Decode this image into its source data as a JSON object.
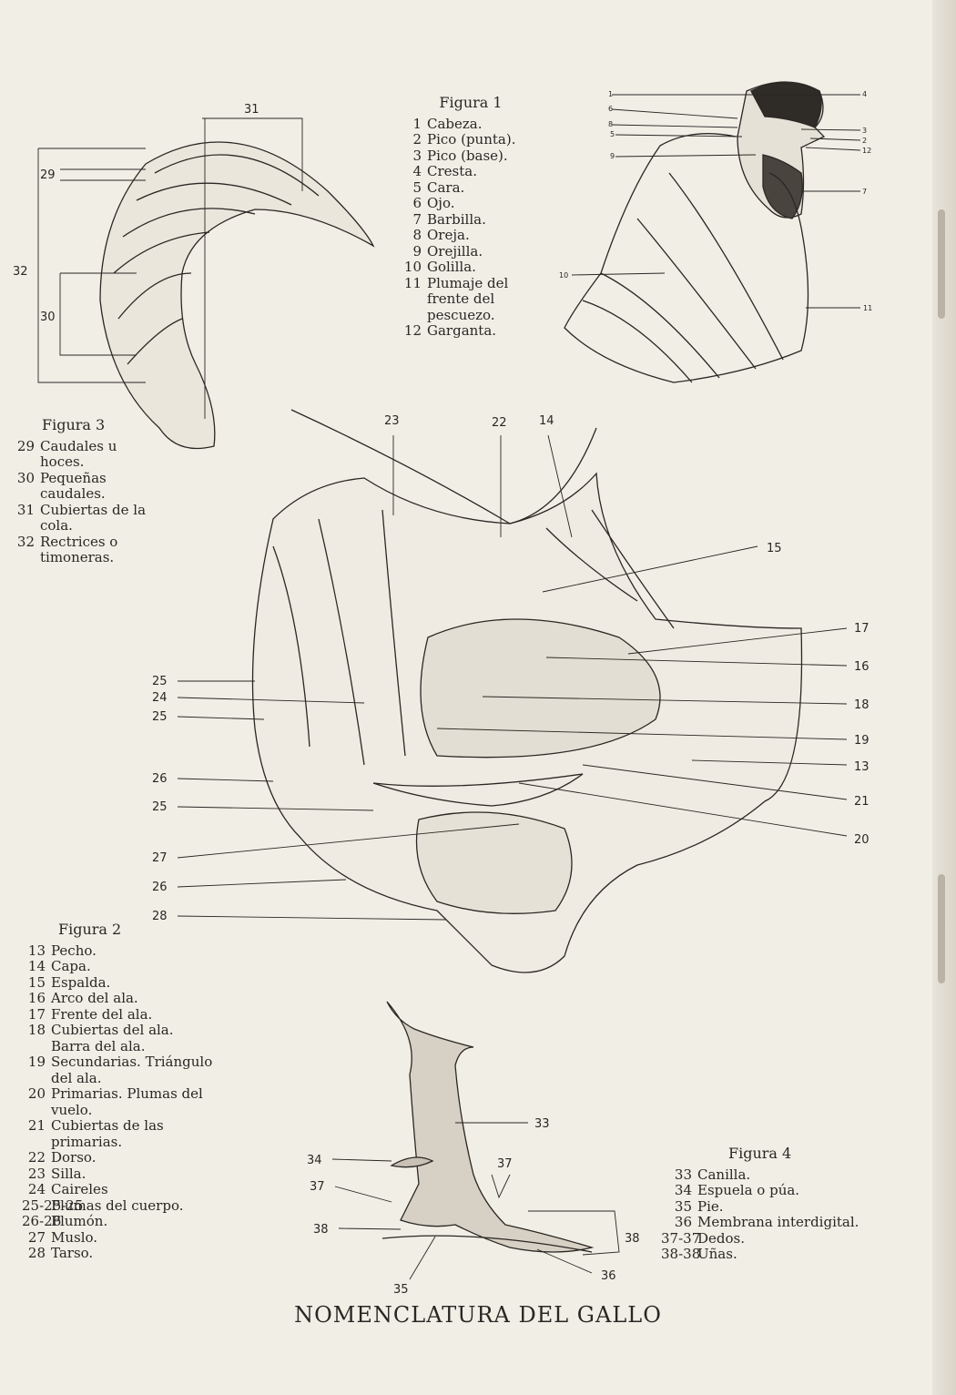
{
  "title": "NOMENCLATURA DEL GALLO",
  "figure1": {
    "heading": "Figura 1",
    "items": [
      {
        "n": "1",
        "t": "Cabeza."
      },
      {
        "n": "2",
        "t": "Pico (punta)."
      },
      {
        "n": "3",
        "t": "Pico (base)."
      },
      {
        "n": "4",
        "t": "Cresta."
      },
      {
        "n": "5",
        "t": "Cara."
      },
      {
        "n": "6",
        "t": "Ojo."
      },
      {
        "n": "7",
        "t": "Barbilla."
      },
      {
        "n": "8",
        "t": "Oreja."
      },
      {
        "n": "9",
        "t": "Orejilla."
      },
      {
        "n": "10",
        "t": "Golilla."
      },
      {
        "n": "11",
        "t": "Plumaje del frente del pescuezo."
      },
      {
        "n": "12",
        "t": "Garganta."
      }
    ]
  },
  "figure2": {
    "heading": "Figura 2",
    "items": [
      {
        "n": "13",
        "t": "Pecho."
      },
      {
        "n": "14",
        "t": "Capa."
      },
      {
        "n": "15",
        "t": "Espalda."
      },
      {
        "n": "16",
        "t": "Arco del ala."
      },
      {
        "n": "17",
        "t": "Frente del ala."
      },
      {
        "n": "18",
        "t": "Cubiertas del ala. Barra del ala."
      },
      {
        "n": "19",
        "t": "Secundarias. Triángulo del ala."
      },
      {
        "n": "20",
        "t": "Primarias. Plumas del vuelo."
      },
      {
        "n": "21",
        "t": "Cubiertas de las primarias."
      },
      {
        "n": "22",
        "t": "Dorso."
      },
      {
        "n": "23",
        "t": "Silla."
      },
      {
        "n": "24",
        "t": "Caireles"
      },
      {
        "n": "25-25-25",
        "t": "Plumas del cuerpo."
      },
      {
        "n": "26-26",
        "t": "Plumón."
      },
      {
        "n": "27",
        "t": "Muslo."
      },
      {
        "n": "28",
        "t": "Tarso."
      }
    ]
  },
  "figure3": {
    "heading": "Figura 3",
    "items": [
      {
        "n": "29",
        "t": "Caudales u hoces."
      },
      {
        "n": "30",
        "t": "Pequeñas caudales."
      },
      {
        "n": "31",
        "t": "Cubiertas de la cola."
      },
      {
        "n": "32",
        "t": "Rectrices o timoneras."
      }
    ]
  },
  "figure4": {
    "heading": "Figura 4",
    "items": [
      {
        "n": "33",
        "t": "Canilla."
      },
      {
        "n": "34",
        "t": "Espuela o púa."
      },
      {
        "n": "35",
        "t": "Pie."
      },
      {
        "n": "36",
        "t": "Membrana interdigital."
      },
      {
        "n": "37-37",
        "t": "Dedos."
      },
      {
        "n": "38-38",
        "t": "Uñas."
      }
    ]
  },
  "callouts": {
    "head": [
      "1",
      "6",
      "8",
      "5",
      "9",
      "4",
      "3",
      "2",
      "12",
      "7",
      "10",
      "11"
    ],
    "tail": [
      "31",
      "29",
      "32",
      "30"
    ],
    "body": [
      "23",
      "22",
      "14",
      "15",
      "17",
      "16",
      "18",
      "19",
      "13",
      "21",
      "20",
      "25",
      "24",
      "25",
      "26",
      "25",
      "27",
      "26",
      "28"
    ],
    "leg": [
      "33",
      "34",
      "37",
      "37",
      "38",
      "38",
      "35",
      "36"
    ]
  },
  "colors": {
    "paper": "#f1eee6",
    "ink": "#2a2724"
  }
}
